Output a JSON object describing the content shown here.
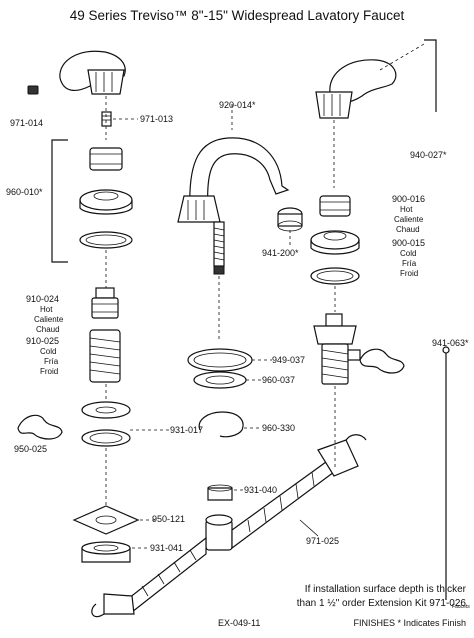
{
  "title": "49 Series Treviso™  8\"-15\" Widespread Lavatory Faucet",
  "parts": {
    "p971_014": "971-014",
    "p971_013": "971-013",
    "p920_014": "920-014*",
    "p940_027": "940-027*",
    "p960_010": "960-010*",
    "p941_200": "941-200*",
    "p900_016": "900-016",
    "p900_015": "900-015",
    "p910_024": "910-024",
    "p910_025": "910-025",
    "p949_037": "949-037",
    "p941_063": "941-063*",
    "p960_037": "960-037",
    "p931_017": "931-017",
    "p960_330": "960-330",
    "p950_025": "950-025",
    "p931_040": "931-040",
    "p971_025": "971-025",
    "p950_121": "950-121",
    "p931_041": "931-041",
    "p_ex": "EX-049-11"
  },
  "valve_hot": [
    "Hot",
    "Caliente",
    "Chaud"
  ],
  "valve_cold": [
    "Cold",
    "Fría",
    "Froid"
  ],
  "note": [
    "If installation surface depth is thicker",
    "than 1 ½\" order Extension Kit 971-026"
  ],
  "finishes": "FINISHES * Indicates Finish",
  "faucets_mark": "Faucets"
}
